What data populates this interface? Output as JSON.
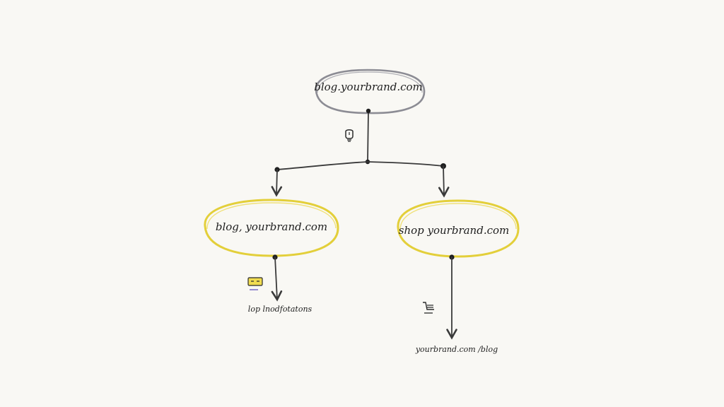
{
  "colors": {
    "background": "#f9f8f4",
    "root_outline": "#8c8c94",
    "child_outline": "#e3cf3a",
    "line": "#3a3a3a",
    "accent_yellow": "#f0dc50"
  },
  "nodes": {
    "root": {
      "label": "blog.yourbrand.com"
    },
    "left": {
      "label": "blog, yourbrand.com"
    },
    "right": {
      "label": "shop yourbrand.com"
    }
  },
  "leaves": {
    "left": {
      "label": "lop lnodfotatons",
      "icon": "yellow-card-icon"
    },
    "right": {
      "label": "yourbrand.com /blog",
      "icon": "cart-icon"
    }
  },
  "icons": {
    "root_branch": "lightbulb-icon"
  }
}
